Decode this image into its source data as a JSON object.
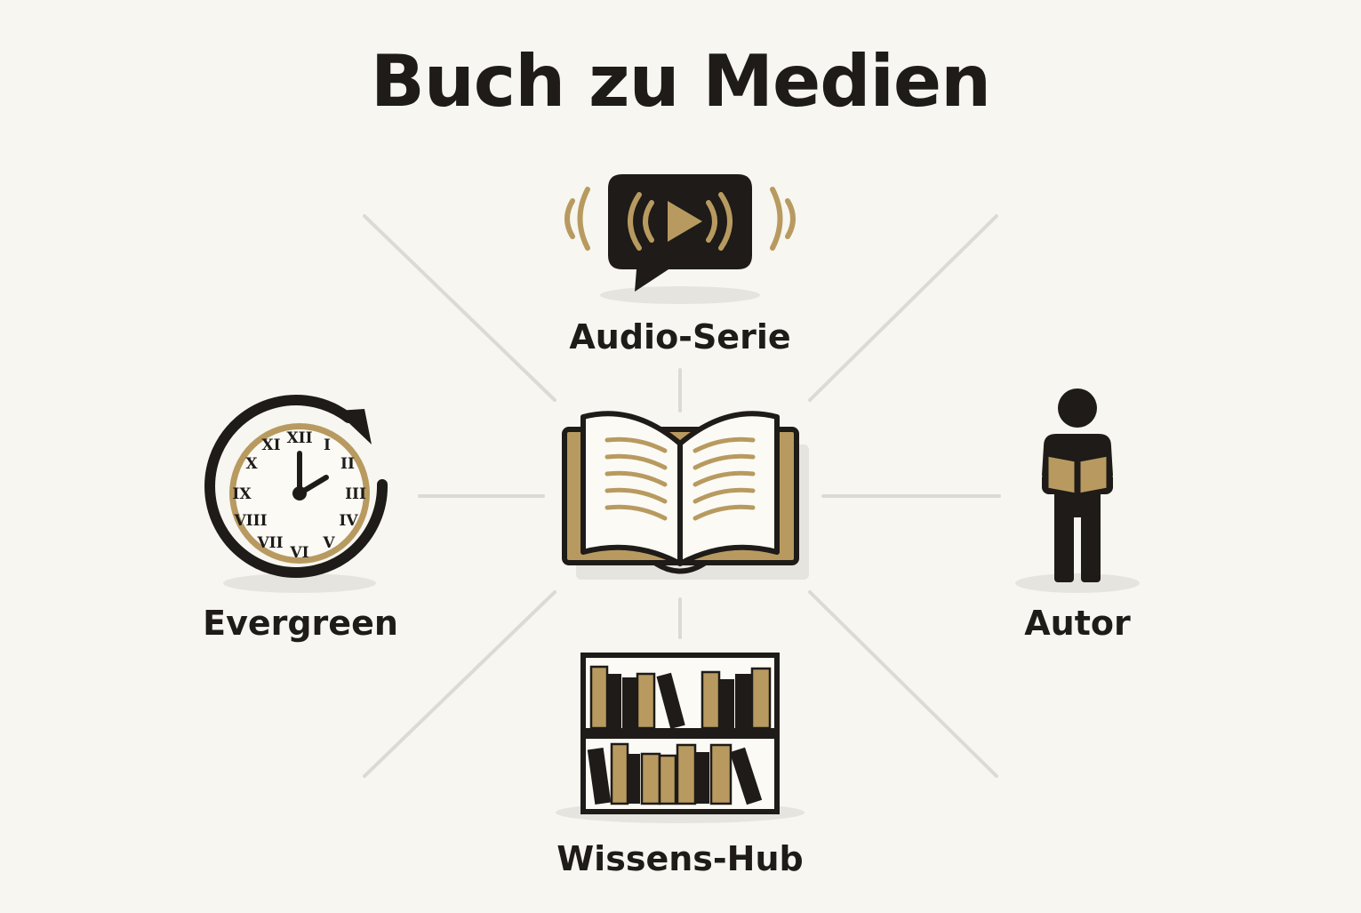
{
  "title": "Buch zu Medien",
  "center": {
    "icon": "open-book-icon"
  },
  "nodes": {
    "audio": {
      "label": "Audio-Serie",
      "icon": "audio-play-speech-bubble-icon"
    },
    "evergreen": {
      "label": "Evergreen",
      "icon": "clock-refresh-icon"
    },
    "autor": {
      "label": "Autor",
      "icon": "person-reading-icon"
    },
    "wissen": {
      "label": "Wissens-Hub",
      "icon": "bookshelf-icon"
    }
  },
  "colors": {
    "background": "#f7f6f0",
    "ink": "#1e1b18",
    "gold": "#b89a60",
    "connector": "#dcdad3",
    "shadow": "#e6e4de"
  }
}
